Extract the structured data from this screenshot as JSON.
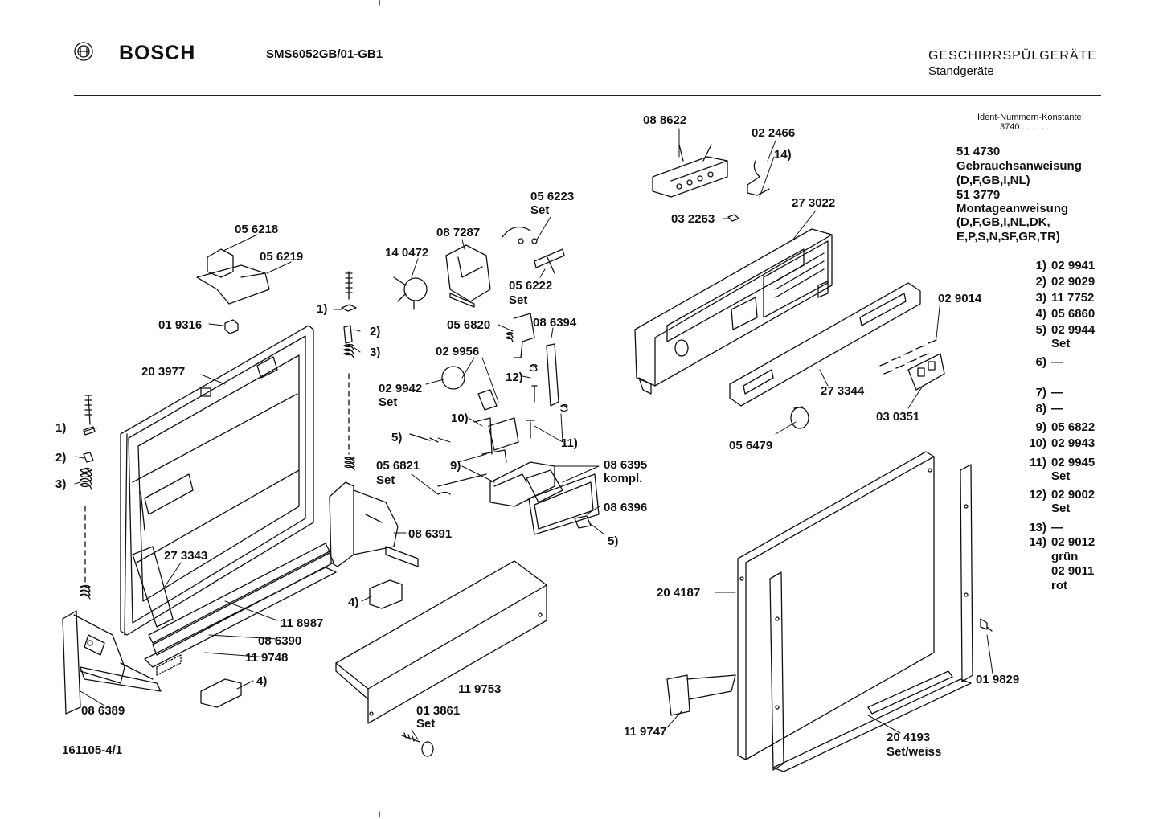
{
  "header": {
    "brand": "BOSCH",
    "model": "SMS6052GB/01-GB1",
    "category": "GESCHIRRSPÜLGERÄTE",
    "subcategory": "Standgeräte"
  },
  "ident": {
    "title": "Ident-Nummern-Konstante",
    "value": "3740  . .   . . . ."
  },
  "docs": {
    "line1": "51 4730",
    "line2": "Gebrauchsanweisung",
    "line3": "(D,F,GB,I,NL)",
    "line4": "51 3779",
    "line5": "Montageanweisung",
    "line6": "(D,F,GB,I,NL,DK,",
    "line7": "E,P,S,N,SF,GR,TR)"
  },
  "legend": [
    {
      "n": "1)",
      "v": "02 9941"
    },
    {
      "n": "2)",
      "v": "02 9029"
    },
    {
      "n": "3)",
      "v": "11 7752"
    },
    {
      "n": "4)",
      "v": "05 6860"
    },
    {
      "n": "5)",
      "v": "02 9944"
    },
    {
      "n": "",
      "v": "Set"
    },
    {
      "n": "6)",
      "v": "—"
    },
    {
      "n": "7)",
      "v": "—"
    },
    {
      "n": "8)",
      "v": "—"
    },
    {
      "n": "9)",
      "v": "05 6822"
    },
    {
      "n": "10)",
      "v": "02 9943"
    },
    {
      "n": "11)",
      "v": "02 9945"
    },
    {
      "n": "",
      "v": "Set"
    },
    {
      "n": "12)",
      "v": "02 9002"
    },
    {
      "n": "",
      "v": "Set"
    },
    {
      "n": "13)",
      "v": "—"
    },
    {
      "n": "14)",
      "v": "02 9012"
    },
    {
      "n": "",
      "v": "grün"
    },
    {
      "n": "",
      "v": "02 9011"
    },
    {
      "n": "",
      "v": "rot"
    }
  ],
  "labels": {
    "p088622": "08 8622",
    "p022466": "02 2466",
    "p14": "14)",
    "p273022": "27 3022",
    "p032263": "03 2263",
    "p056223": "05 6223",
    "p056223set": "Set",
    "p087287": "08 7287",
    "p140472": "14 0472",
    "p056222": "05 6222",
    "p056222set": "Set",
    "p056218": "05 6218",
    "p056219": "05 6219",
    "p1a": "1)",
    "p019316": "01 9316",
    "p2a": "2)",
    "p3a": "3)",
    "p203977": "20 3977",
    "p056820": "05 6820",
    "p086394": "08 6394",
    "p029956": "02 9956",
    "p029942": "02 9942",
    "p029942set": "Set",
    "p12": "12)",
    "p10": "10)",
    "p5a": "5)",
    "p9": "9)",
    "p11": "11)",
    "p056821": "05 6821",
    "p056821set": "Set",
    "p086395": "08 6395",
    "p086395k": "kompl.",
    "p086396": "08 6396",
    "p5b": "5)",
    "p086391": "08 6391",
    "p273343": "27 3343",
    "p1b": "1)",
    "p2b": "2)",
    "p3b": "3)",
    "p4a": "4)",
    "p118987": "11 8987",
    "p086390": "08 6390",
    "p119748": "11 9748",
    "p4b": "4)",
    "p086389": "08 6389",
    "p119753": "11 9753",
    "p013861": "01 3861",
    "p013861set": "Set",
    "p029014": "02 9014",
    "p273344": "27 3344",
    "p030351": "03 0351",
    "p056479": "05 6479",
    "p204187": "20 4187",
    "p019829": "01 9829",
    "p119747": "11 9747",
    "p204193": "20 4193",
    "p204193s": "Set/weiss",
    "drawingno": "161105-4/1"
  }
}
